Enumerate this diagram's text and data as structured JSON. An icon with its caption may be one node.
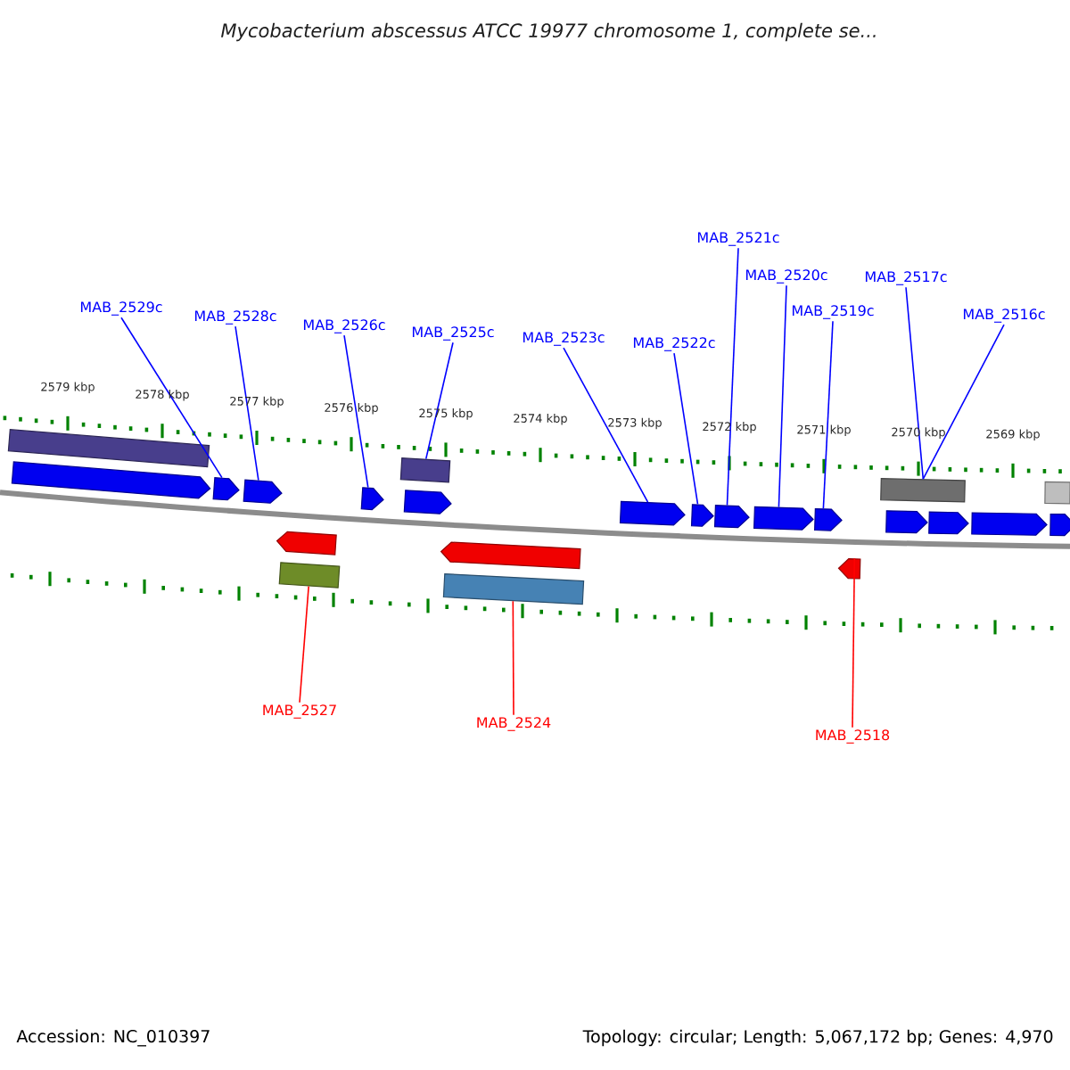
{
  "diagram": {
    "title": "Mycobacterium abscessus ATCC 19977 chromosome 1, complete se...",
    "nodes": [
      {
        "text": [
          "MAB_2529c"
        ]
      },
      {
        "text": [
          "MAB_2528c"
        ]
      },
      {
        "text": [
          "MAB_2526c"
        ]
      },
      {
        "text": [
          "MAB_2525c"
        ]
      },
      {
        "text": [
          "MAB_2523c"
        ]
      },
      {
        "text": [
          "MAB_2522c"
        ]
      },
      {
        "text": [
          "MAB_2521c"
        ]
      },
      {
        "text": [
          "MAB_2520c"
        ]
      },
      {
        "text": [
          "MAB_2519c"
        ]
      },
      {
        "text": [
          "MAB_2517c"
        ]
      },
      {
        "text": [
          "MAB_2516c"
        ]
      },
      {
        "text": [
          "MAB_2527"
        ]
      },
      {
        "text": [
          "MAB_2524"
        ]
      },
      {
        "text": [
          "MAB_2518"
        ]
      },
      {
        "text": [],
        "shape": "arrow"
      },
      {
        "text": [],
        "shape": "bar"
      },
      {
        "text": [],
        "shape": "arrow"
      },
      {
        "text": [],
        "shape": "arrow"
      },
      {
        "text": [],
        "shape": "bar"
      },
      {
        "text": [],
        "shape": "arrow"
      },
      {
        "text": [],
        "shape": "arrow"
      },
      {
        "text": [],
        "shape": "arrow"
      },
      {
        "text": [],
        "shape": "bar"
      },
      {
        "text": [],
        "shape": "bar"
      },
      {
        "text": [],
        "shape": "arrow"
      },
      {
        "text": [],
        "shape": "arrow"
      },
      {
        "text": [],
        "shape": "arrow"
      },
      {
        "text": [],
        "shape": "arrow"
      },
      {
        "text": [],
        "shape": "arrow"
      },
      {
        "text": [],
        "shape": "arrow"
      },
      {
        "text": [],
        "shape": "arrow"
      },
      {
        "text": [],
        "shape": "bar"
      },
      {
        "text": [],
        "shape": "arrow"
      },
      {
        "text": [],
        "shape": "arrow"
      },
      {
        "text": [],
        "shape": "arrow"
      },
      {
        "text": [],
        "shape": "bar"
      },
      {
        "text": [],
        "shape": "arrow"
      }
    ],
    "edges": [
      {
        "from": 0,
        "to": 16,
        "arrow": "none"
      },
      {
        "from": 1,
        "to": 17,
        "arrow": "none"
      },
      {
        "from": 2,
        "to": 20,
        "arrow": "none"
      },
      {
        "from": 3,
        "to": 22,
        "arrow": "none"
      },
      {
        "from": 4,
        "to": 25,
        "arrow": "none"
      },
      {
        "from": 5,
        "to": 26,
        "arrow": "none"
      },
      {
        "from": 6,
        "to": 27,
        "arrow": "none"
      },
      {
        "from": 7,
        "to": 28,
        "arrow": "none"
      },
      {
        "from": 8,
        "to": 29,
        "arrow": "none"
      },
      {
        "from": 9,
        "to": 31,
        "arrow": "none"
      },
      {
        "from": 10,
        "to": 31,
        "arrow": "none"
      },
      {
        "from": 11,
        "to": 18,
        "arrow": "none",
        "color": "#ff0000"
      },
      {
        "from": 12,
        "to": 23,
        "arrow": "none",
        "color": "#ff0000"
      },
      {
        "from": 13,
        "to": 30,
        "arrow": "none",
        "color": "#ff0000"
      }
    ],
    "labels": [
      "2579 kbp",
      "2578 kbp",
      "2577 kbp",
      "2576 kbp",
      "2575 kbp",
      "2574 kbp",
      "2573 kbp",
      "2572 kbp",
      "2571 kbp",
      "2570 kbp",
      "2569 kbp",
      "Accession: NC_010397",
      "Topology: circular; Length: 5,067,172 bp; Genes: 4,970"
    ]
  }
}
